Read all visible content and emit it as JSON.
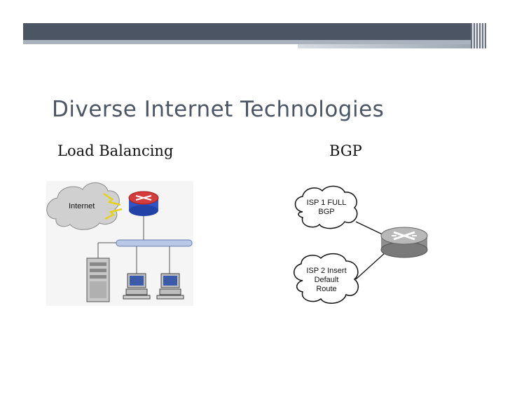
{
  "slide": {
    "title": "Diverse Internet Technologies",
    "left_heading": "Load Balancing",
    "right_heading": "BGP"
  },
  "load_balancing_diagram": {
    "cloud_label": "Internet"
  },
  "bgp_diagram": {
    "isp1_lines": [
      "ISP 1 FULL",
      "BGP"
    ],
    "isp2_lines": [
      "ISP 2 Insert",
      "Default",
      "Route"
    ]
  }
}
